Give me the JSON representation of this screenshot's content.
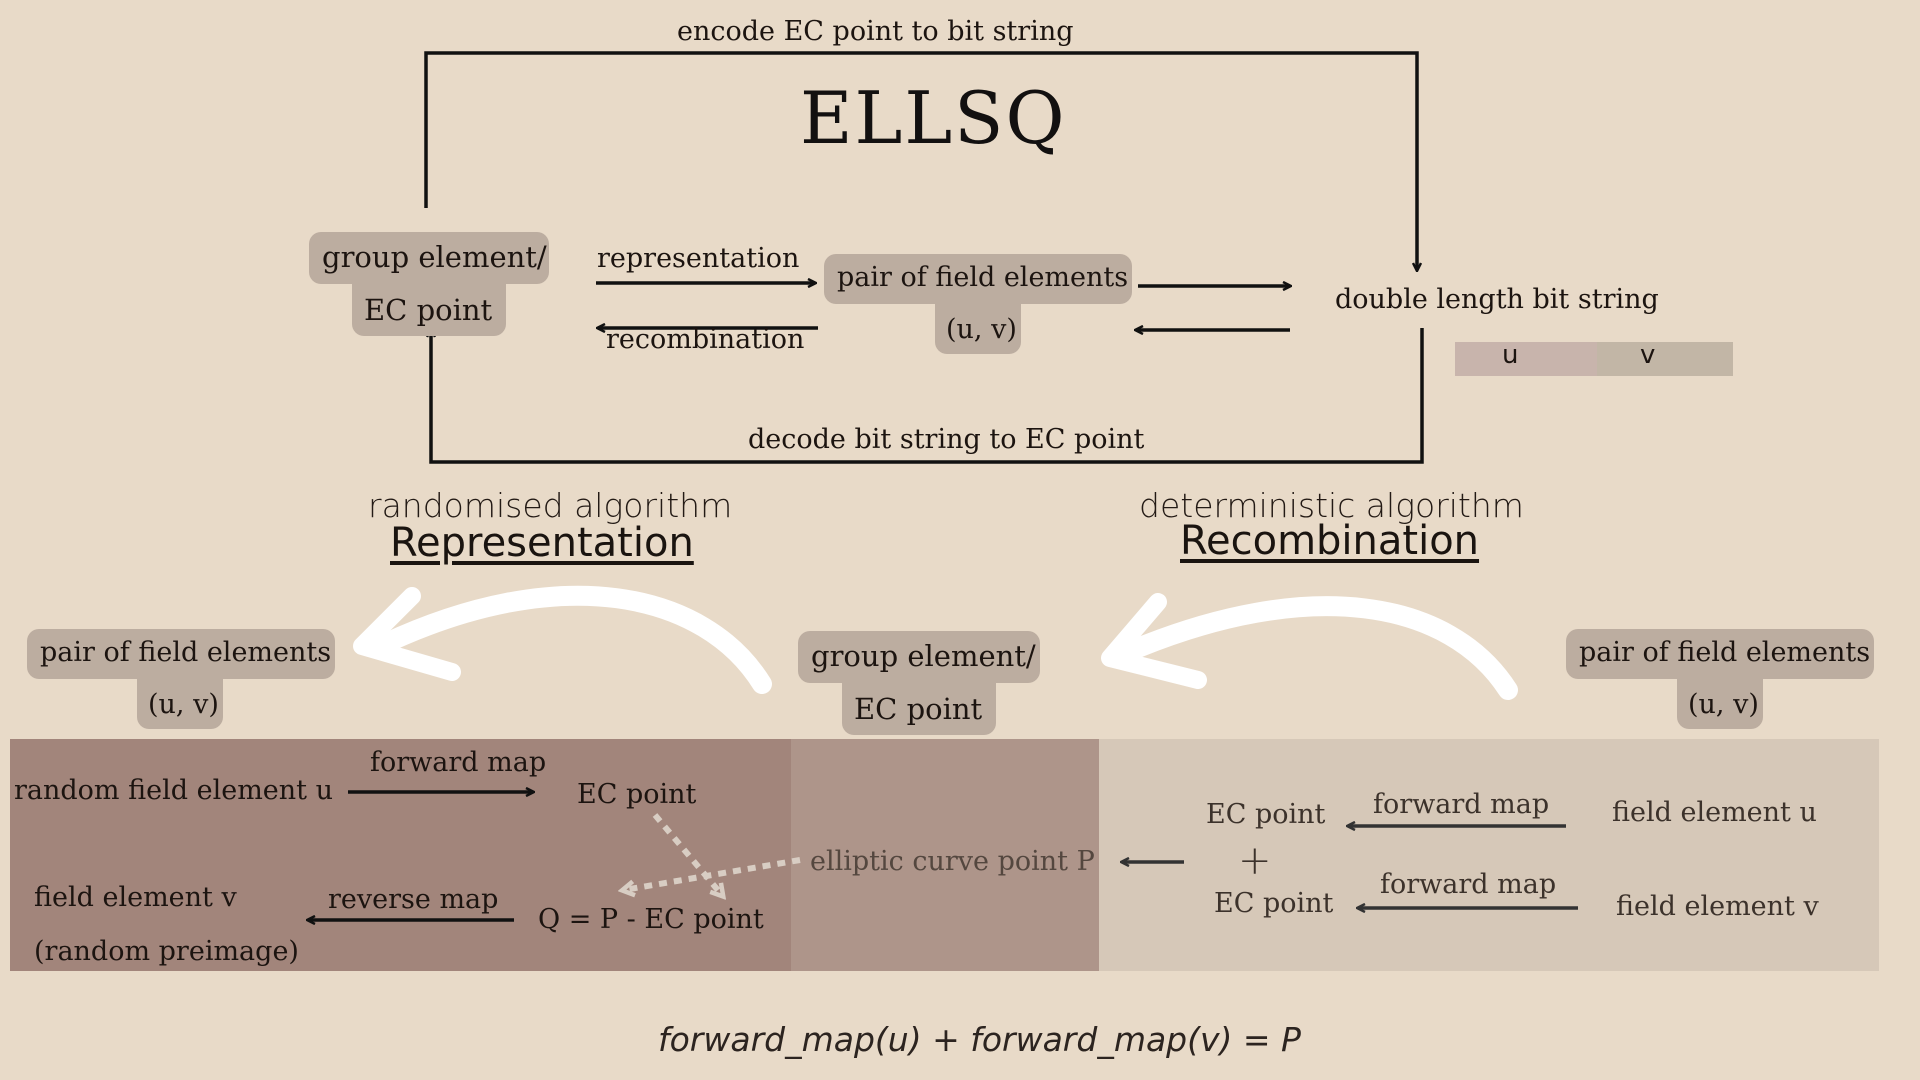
{
  "title": "ELLSQ",
  "top": {
    "encode_label": "encode EC point to bit string",
    "decode_label": "decode bit string  to EC point",
    "group_element_line1": "group element/",
    "group_element_line2": "EC point",
    "representation_label": "representation",
    "recombination_label": "recombination",
    "pair_line1": "pair of field elements",
    "pair_line2": "(u, v)",
    "double_length": "double length bit string",
    "bit_u": "u",
    "bit_v": "v"
  },
  "headings": {
    "left_sub": "randomised algorithm",
    "left_main": "Representation ",
    "right_sub": "deterministic algorithm",
    "right_main": "Recombination"
  },
  "bottom": {
    "left_pair_line1": "pair of field elements",
    "left_pair_line2": "(u, v)",
    "mid_group_line1": "group element/",
    "mid_group_line2": "EC point",
    "right_pair_line1": "pair of field elements",
    "right_pair_line2": "(u, v)",
    "random_u": "random field element u",
    "forward_map_1": "forward map",
    "ec_point_1": "EC point",
    "field_v": "field element v",
    "random_preimage": "(random preimage)",
    "reverse_map": "reverse map",
    "q_expr": "Q = P - EC point",
    "elliptic_point": "elliptic curve point P",
    "ec_point_u": "EC point",
    "plus": "+",
    "ec_point_v": "EC point",
    "forward_map_u": "forward map",
    "forward_map_v": "forward map",
    "field_u": "field element u",
    "field_v_right": "field element v"
  },
  "formula": "forward_map(u) + forward_map(v) = P",
  "colors": {
    "background": "#e8dac8",
    "pill": "#bcada0",
    "panel_left": "#a2857b",
    "panel_mid": "#ae958a",
    "panel_right": "#d6c8b8",
    "bit_u_bg": "#c8b4ac",
    "bit_v_bg": "#c2b6a6"
  }
}
